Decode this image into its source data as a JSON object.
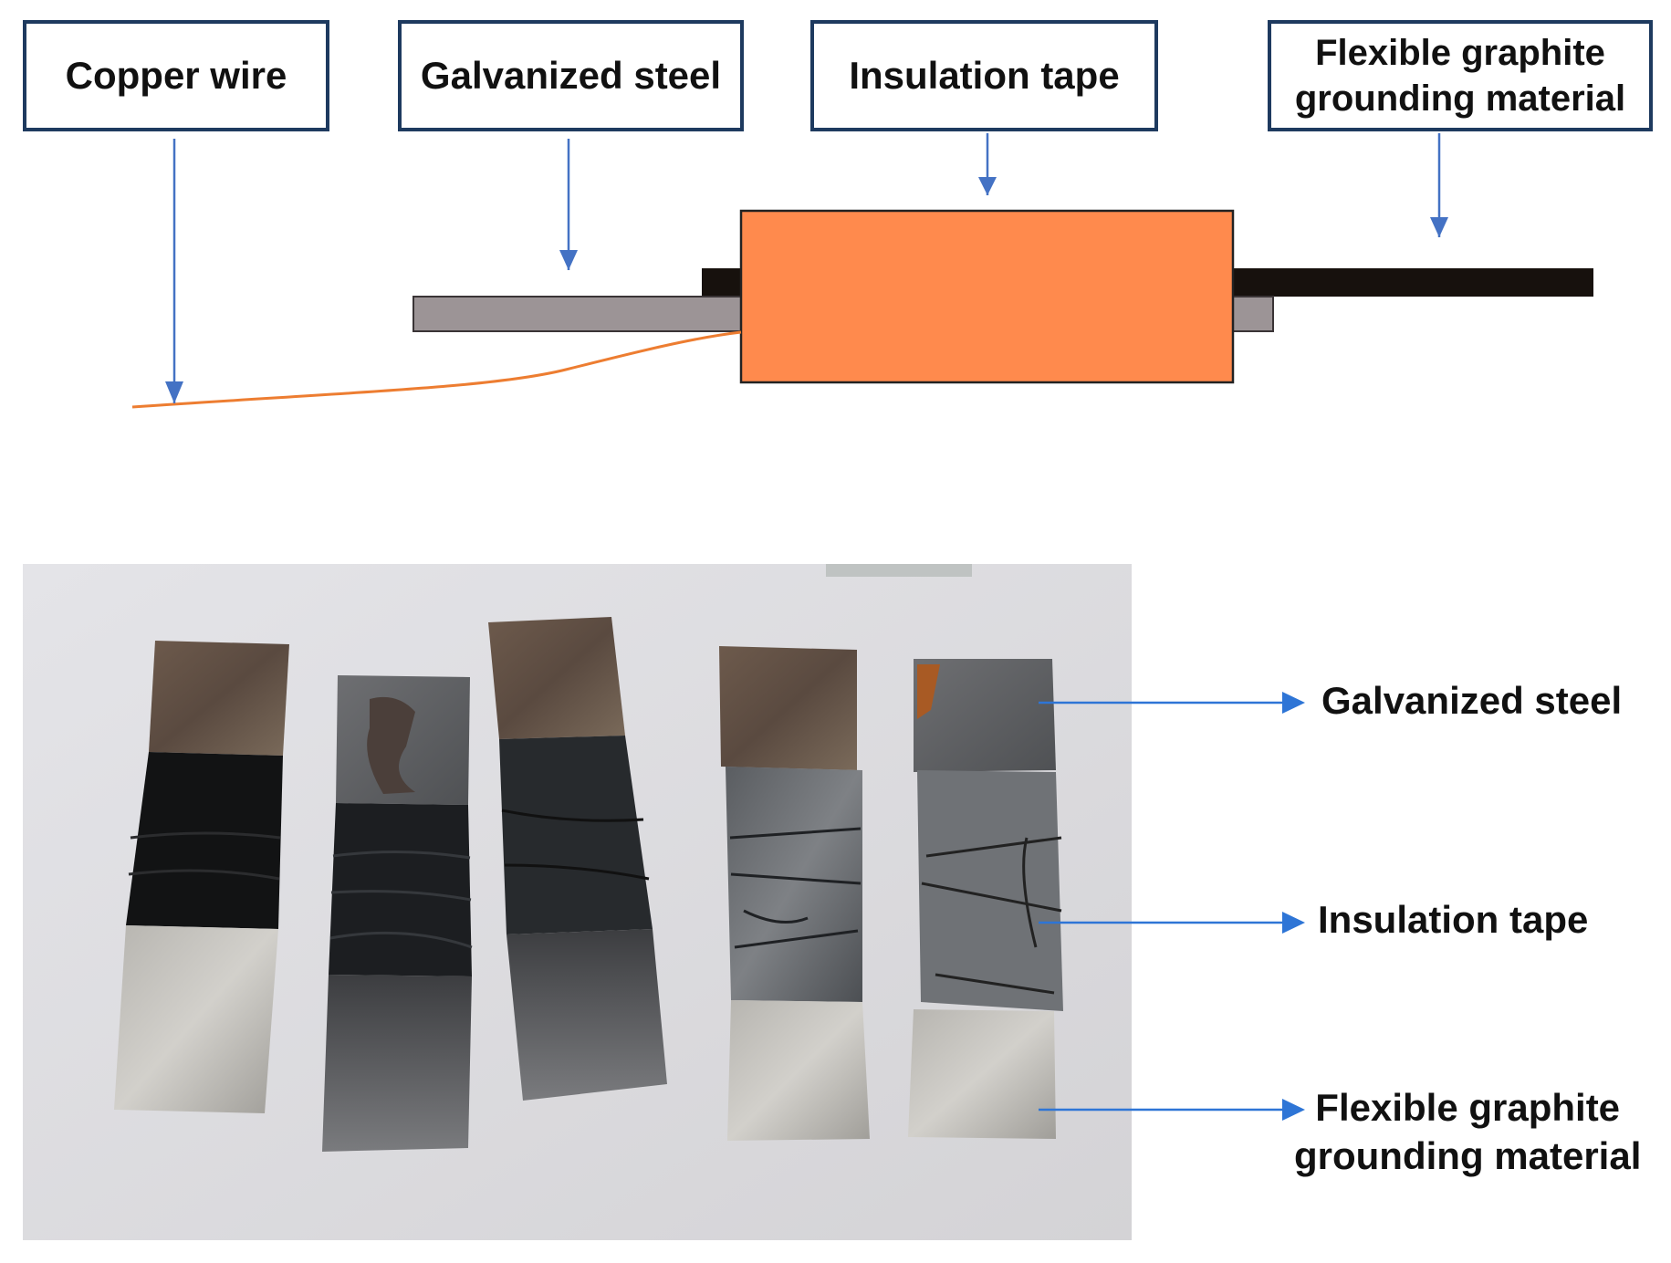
{
  "diagram": {
    "labels": {
      "copper_wire": "Copper wire",
      "galvanized_steel": "Galvanized steel",
      "insulation_tape": "Insulation tape",
      "flexible_graphite_line1": "Flexible graphite",
      "flexible_graphite_line2": "grounding material"
    },
    "colors": {
      "box_border": "#1e3a5f",
      "arrow": "#4472c4",
      "tape": "#ff8a4d",
      "steel": "#9c9496",
      "graphite": "#17110d",
      "copper_wire": "#ed7d31"
    }
  },
  "photo": {
    "labels": {
      "galvanized_steel": "Galvanized steel",
      "insulation_tape": "Insulation tape",
      "flexible_graphite_line1": "Flexible graphite",
      "flexible_graphite_line2": "grounding material"
    },
    "sample_count": 5,
    "colors": {
      "background": "#dcdcdf",
      "arrow": "#2e75d6"
    }
  }
}
